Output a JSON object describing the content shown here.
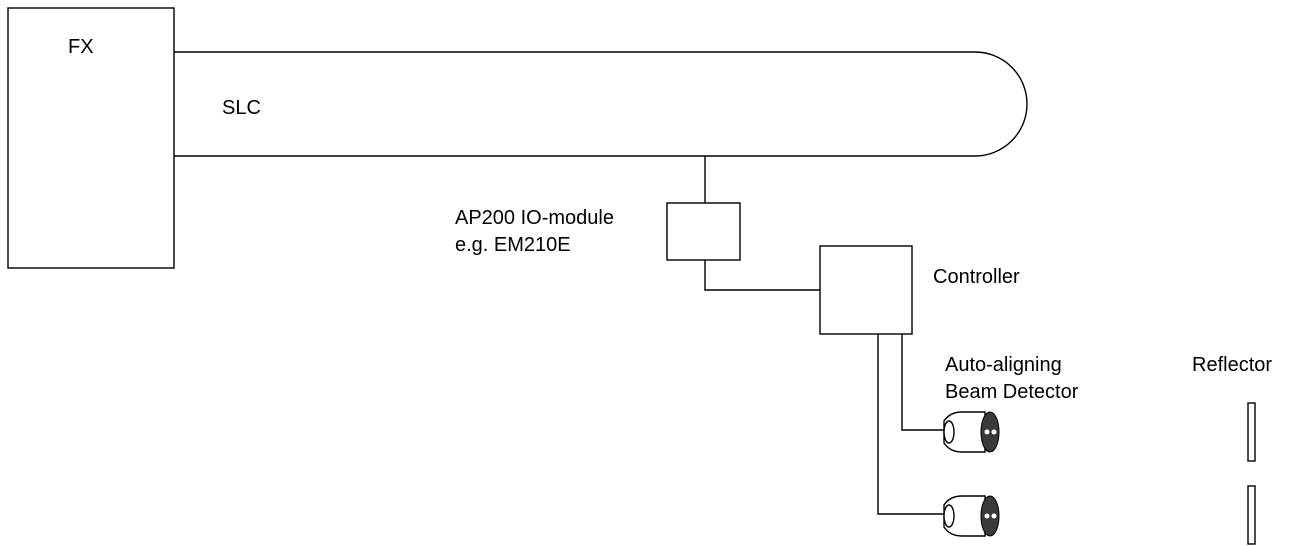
{
  "panel_label": "FX",
  "loop_label": "SLC",
  "io_module_label": {
    "line1": "AP200 IO-module",
    "line2": "e.g. EM210E"
  },
  "controller_label": "Controller",
  "detector_label": {
    "line1": "Auto-aligning",
    "line2": "Beam Detector"
  },
  "reflector_label": "Reflector"
}
